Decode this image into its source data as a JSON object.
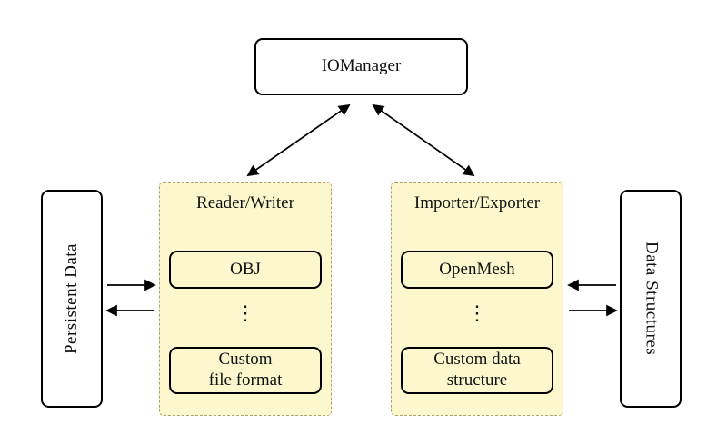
{
  "diagram": {
    "nodes": {
      "io_manager": "IOManager",
      "persistent_data": "Persistent Data",
      "data_structures": "Data Structures"
    },
    "reader_writer": {
      "title": "Reader/Writer",
      "items": [
        "OBJ",
        "Custom\nfile format"
      ],
      "ellipsis": "⋮"
    },
    "importer_exporter": {
      "title": "Importer/Exporter",
      "items": [
        "OpenMesh",
        "Custom data\nstructure"
      ],
      "ellipsis": "⋮"
    },
    "colors": {
      "panel_fill": "#fcf7cd",
      "panel_border": "#a9a36b",
      "node_fill": "#ffffff",
      "node_border": "#000000",
      "arrow": "#000000"
    }
  }
}
